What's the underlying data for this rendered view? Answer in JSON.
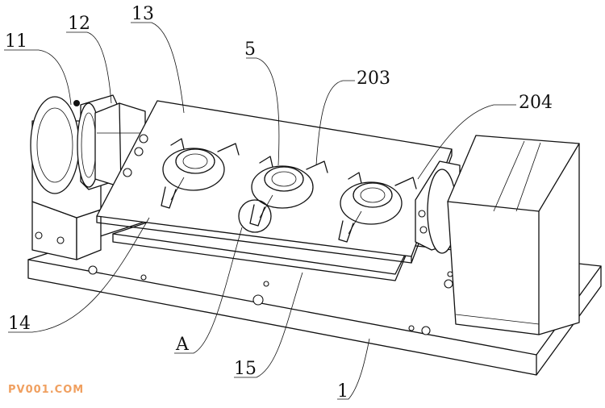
{
  "labels": {
    "l11": "11",
    "l12": "12",
    "l13": "13",
    "l5": "5",
    "l203": "203",
    "l204": "204",
    "l14": "14",
    "lA": "A",
    "l15": "15",
    "l1": "1"
  },
  "watermark": "PV001.COM",
  "colors": {
    "line": "#111111",
    "watermark": "#f0a060"
  }
}
